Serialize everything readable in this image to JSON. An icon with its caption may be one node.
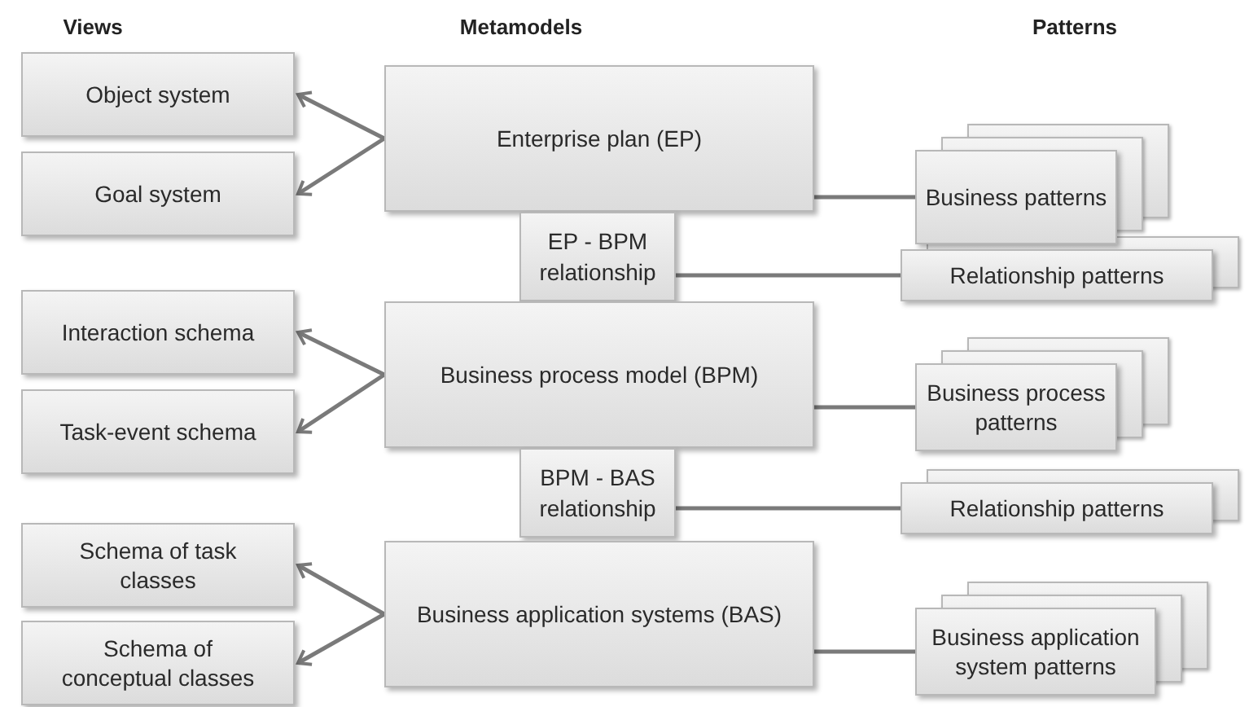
{
  "diagram": {
    "nodes": [
      {
        "text": [
          "Object system"
        ]
      },
      {
        "text": [
          "Goal system"
        ]
      },
      {
        "text": [
          "Enterprise plan (EP)"
        ]
      },
      {
        "text": [
          "EP - BPM relationship"
        ]
      },
      {
        "text": [
          "Business patterns"
        ]
      },
      {
        "text": [
          "Relationship patterns"
        ]
      },
      {
        "text": [
          "Interaction schema"
        ]
      },
      {
        "text": [
          "Task-event schema"
        ]
      },
      {
        "text": [
          "Business process model (BPM)"
        ]
      },
      {
        "text": [
          "BPM - BAS relationship"
        ]
      },
      {
        "text": [
          "Business process patterns"
        ]
      },
      {
        "text": [
          "Relationship patterns"
        ]
      },
      {
        "text": [
          "Schema of task classes"
        ]
      },
      {
        "text": [
          "Schema of conceptual classes"
        ]
      },
      {
        "text": [
          "Business application systems (BAS)"
        ]
      },
      {
        "text": [
          "Business application system patterns"
        ]
      }
    ],
    "edges": [
      {
        "from": 2,
        "to": 0,
        "arrow": "to"
      },
      {
        "from": 2,
        "to": 1,
        "arrow": "to"
      },
      {
        "from": 2,
        "to": 4,
        "arrow": "none"
      },
      {
        "from": 3,
        "to": 5,
        "arrow": "none"
      },
      {
        "from": 8,
        "to": 6,
        "arrow": "to"
      },
      {
        "from": 8,
        "to": 7,
        "arrow": "to"
      },
      {
        "from": 8,
        "to": 10,
        "arrow": "none"
      },
      {
        "from": 9,
        "to": 11,
        "arrow": "none"
      },
      {
        "from": 14,
        "to": 12,
        "arrow": "to"
      },
      {
        "from": 14,
        "to": 13,
        "arrow": "to"
      },
      {
        "from": 14,
        "to": 15,
        "arrow": "none"
      }
    ],
    "labels": [
      "Views",
      "Metamodels",
      "Patterns"
    ]
  }
}
